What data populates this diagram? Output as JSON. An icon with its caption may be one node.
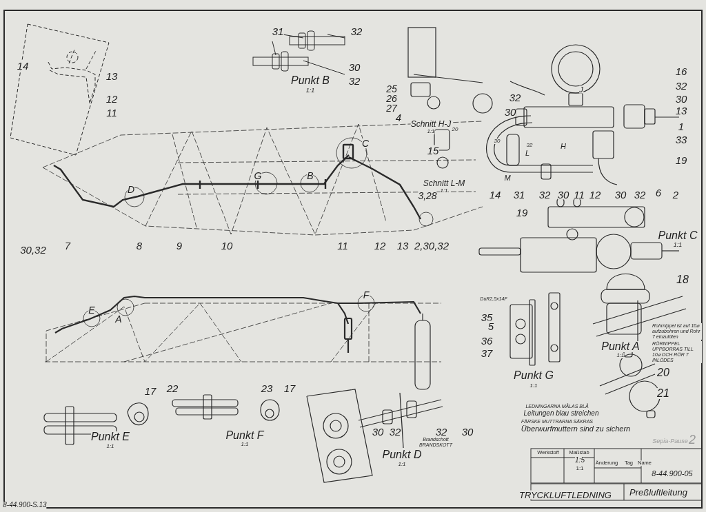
{
  "diagram": {
    "labels": [
      "31",
      "32",
      "14",
      "13",
      "30",
      "Punkt B",
      "32",
      "1:1",
      "12",
      "11",
      "25",
      "26",
      "27",
      "16",
      "J",
      "32",
      "32",
      "30",
      "30",
      "13",
      "4",
      "Schnitt H-J",
      "1:1",
      "20",
      "1",
      "33",
      "15",
      "30",
      "L",
      "32",
      "H",
      "19",
      "M",
      "Schnitt L-M",
      "1:1",
      "3,28",
      "14",
      "31",
      "32",
      "30",
      "11",
      "12",
      "30",
      "32",
      "6",
      "2",
      "19",
      "C",
      "D",
      "G",
      "B",
      "Punkt C",
      "1:1",
      "30,32",
      "7",
      "8",
      "9",
      "10",
      "11",
      "12",
      "13",
      "2,30,32",
      "18",
      "F",
      "DuR2,5x14F",
      "E",
      "A",
      "35",
      "5",
      "Rohrnippel ist auf 10⌀ aufzubohren und Rohr 7 einzulöten",
      "RÖRNIPPEL UPPBORRAS TILL 10⌀ OCH RÖR 7 INLÖDES",
      "36",
      "37",
      "Punkt A",
      "1:1",
      "Punkt G",
      "20",
      "1:1",
      "17",
      "22",
      "23",
      "17",
      "21",
      "LEDNINGARNA MÅLAS BLÅ",
      "Leitungen blau streichen",
      "FÄRSKE MUTTRARNA SÄKRAS",
      "Überwurfmuttern sind zu sichern",
      "30",
      "32",
      "32",
      "30",
      "Punkt E",
      "1:1",
      "Punkt F",
      "1:1",
      "Brandschott",
      "BRANDSKOTT",
      "Sepia-Pause",
      "2",
      "Punkt D",
      "1:1",
      "Werkstoff",
      "Maßstab",
      "1:5",
      "1:1",
      "Änderung",
      "Tag",
      "Name",
      "8-44.900-05",
      "TRYCKLUFTLEDNING",
      "Preßluftleitung",
      "8-44.900-S.13"
    ]
  }
}
